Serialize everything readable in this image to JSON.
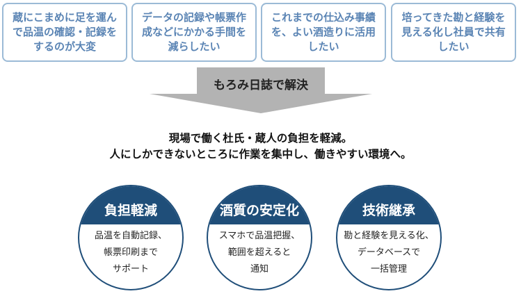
{
  "problems": [
    "蔵にこまめに足を運んで品温の確認・記録をするのが大変",
    "データの記録や帳票作成などにかかる手間を減らしたい",
    "これまでの仕込み事績を、よい酒造りに活用したい",
    "培ってきた勘と経験を見える化し社員で共有したい"
  ],
  "problem_lines": [
    "蔵にこまめに足を運ん\nで品温の確認・記録を\nするのが大変",
    "データの記録や帳票作\n成などにかかる手間を\n減らしたい",
    "これまでの仕込み事績\nを、よい酒造りに活用\nしたい",
    "培ってきた勘と経験を\n見える化し社員で共有\nしたい"
  ],
  "arrow": {
    "label": "もろみ日誌で解決"
  },
  "headline": {
    "line1": "現場で働く杜氏・蔵人の負担を軽減。",
    "line2": "人にしかできないところに作業を集中し、働きやすい環境へ。"
  },
  "benefits": [
    {
      "title": "負担軽減",
      "body": "品温を自動記録、\n帳票印刷まで\nサポート"
    },
    {
      "title": "酒質の安定化",
      "body": "スマホで品温把握、\n範囲を超えると\n通知"
    },
    {
      "title": "技術継承",
      "body": "勘と経験を見える化、\nデータベースで\n一括管理"
    }
  ],
  "colors": {
    "problem_border": "#9bbad6",
    "problem_text": "#5a84b4",
    "arrow_fill": "#b3b3b3",
    "circle_navy": "#1f4e79"
  }
}
